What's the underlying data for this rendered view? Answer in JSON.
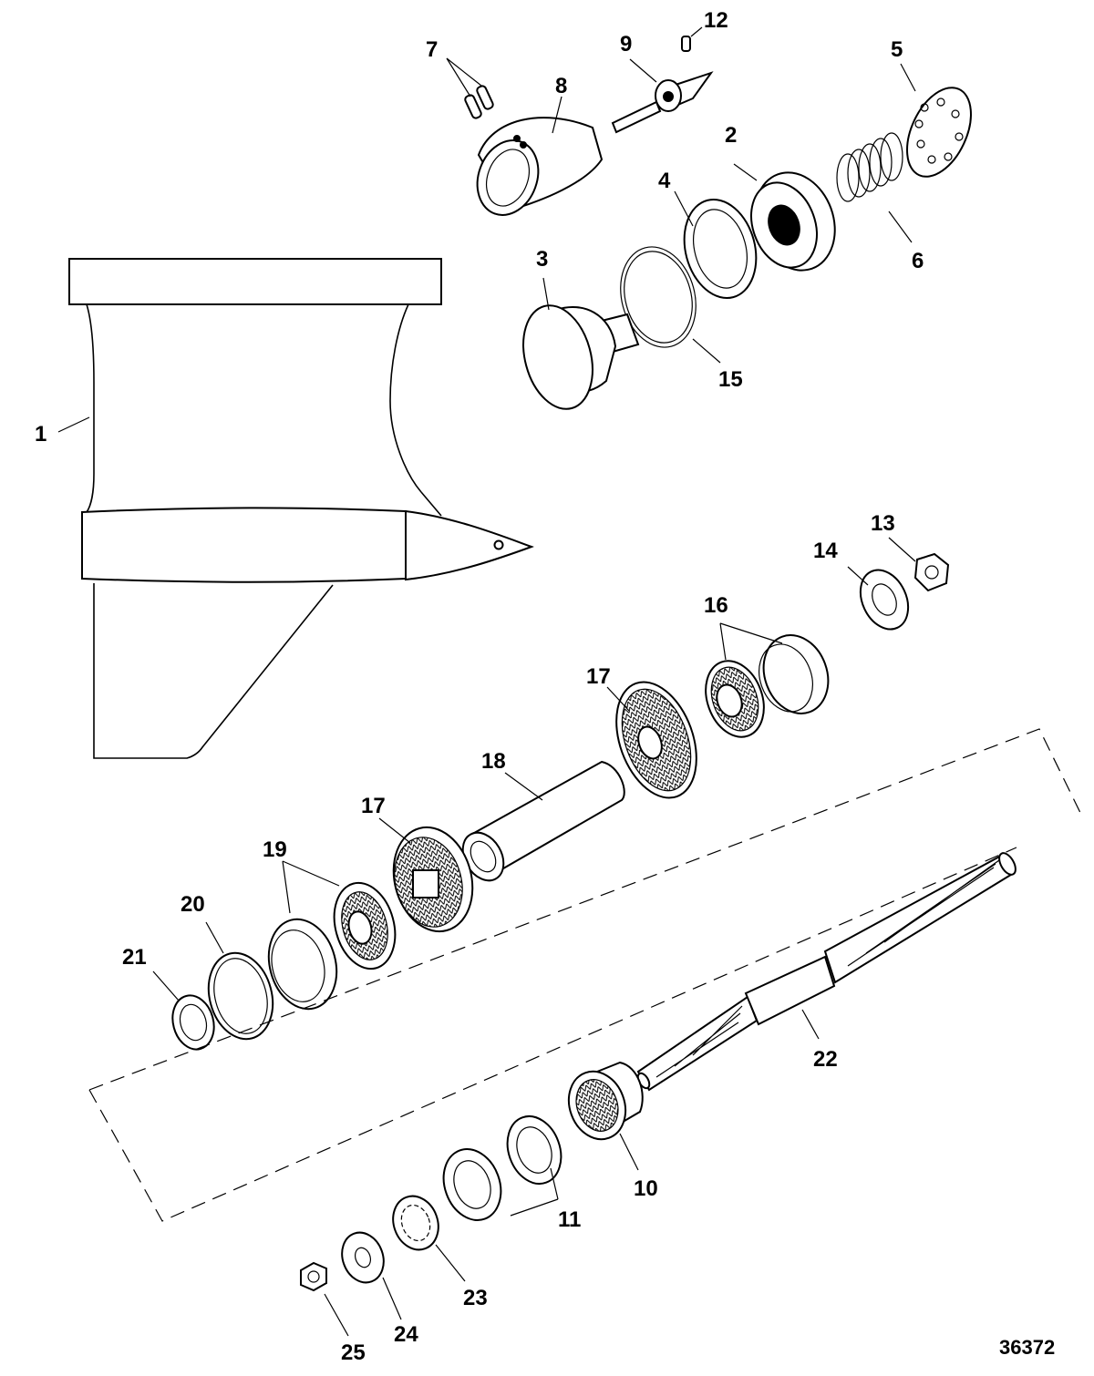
{
  "figure_number": "36372",
  "callouts": [
    {
      "id": "1",
      "label": "1"
    },
    {
      "id": "2",
      "label": "2"
    },
    {
      "id": "3",
      "label": "3"
    },
    {
      "id": "4",
      "label": "4"
    },
    {
      "id": "5",
      "label": "5"
    },
    {
      "id": "6",
      "label": "6"
    },
    {
      "id": "7",
      "label": "7"
    },
    {
      "id": "8",
      "label": "8"
    },
    {
      "id": "9",
      "label": "9"
    },
    {
      "id": "10",
      "label": "10"
    },
    {
      "id": "11",
      "label": "11"
    },
    {
      "id": "12",
      "label": "12"
    },
    {
      "id": "13",
      "label": "13"
    },
    {
      "id": "14",
      "label": "14"
    },
    {
      "id": "15",
      "label": "15"
    },
    {
      "id": "16",
      "label": "16"
    },
    {
      "id": "17a",
      "label": "17"
    },
    {
      "id": "17b",
      "label": "17"
    },
    {
      "id": "18",
      "label": "18"
    },
    {
      "id": "19",
      "label": "19"
    },
    {
      "id": "20",
      "label": "20"
    },
    {
      "id": "21",
      "label": "21"
    },
    {
      "id": "22",
      "label": "22"
    },
    {
      "id": "23",
      "label": "23"
    },
    {
      "id": "24",
      "label": "24"
    },
    {
      "id": "25",
      "label": "25"
    }
  ]
}
